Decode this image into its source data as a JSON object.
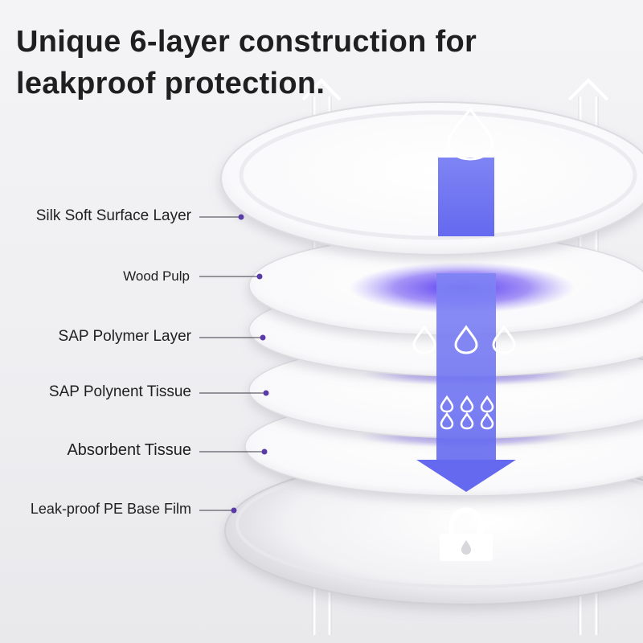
{
  "headline": {
    "line1": "Unique 6-layer construction for",
    "line2": "leakproof protection."
  },
  "layers": [
    {
      "label": "Silk Soft Surface Layer"
    },
    {
      "label": "Wood Pulp"
    },
    {
      "label": "SAP Polymer Layer"
    },
    {
      "label": "SAP Polynent Tissue"
    },
    {
      "label": "Absorbent Tissue"
    },
    {
      "label": "Leak-proof PE Base Film"
    }
  ],
  "colors": {
    "accent": "#6e72f2",
    "stain": "#5b3df0",
    "dot": "#5a3aa6",
    "text": "#1f1f1f"
  },
  "icons": [
    "droplet-icon",
    "droplets-icon",
    "lock-icon",
    "arrow-down-icon",
    "arrow-up-icon"
  ]
}
